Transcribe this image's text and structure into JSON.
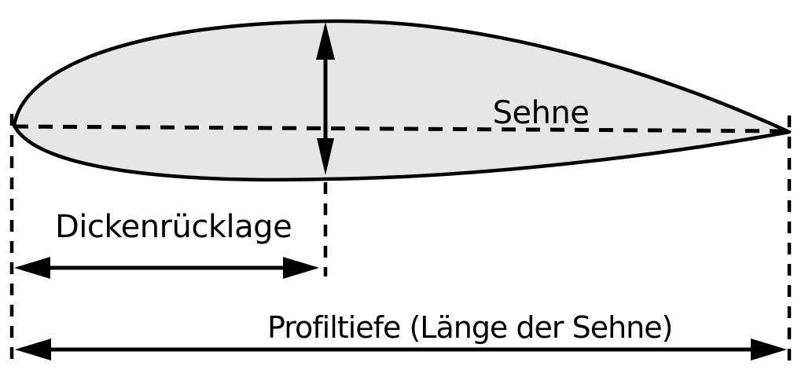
{
  "diagram": {
    "description": "Airfoil cross-section schematic with German dimension labels",
    "labels": {
      "chord": "Sehne",
      "thickness_position": "Dickenrücklage",
      "chord_length": "Profiltiefe (Länge der Sehne)"
    },
    "colors": {
      "airfoil_fill": "#e6e6e6",
      "line": "#000000",
      "background": "#ffffff"
    }
  }
}
